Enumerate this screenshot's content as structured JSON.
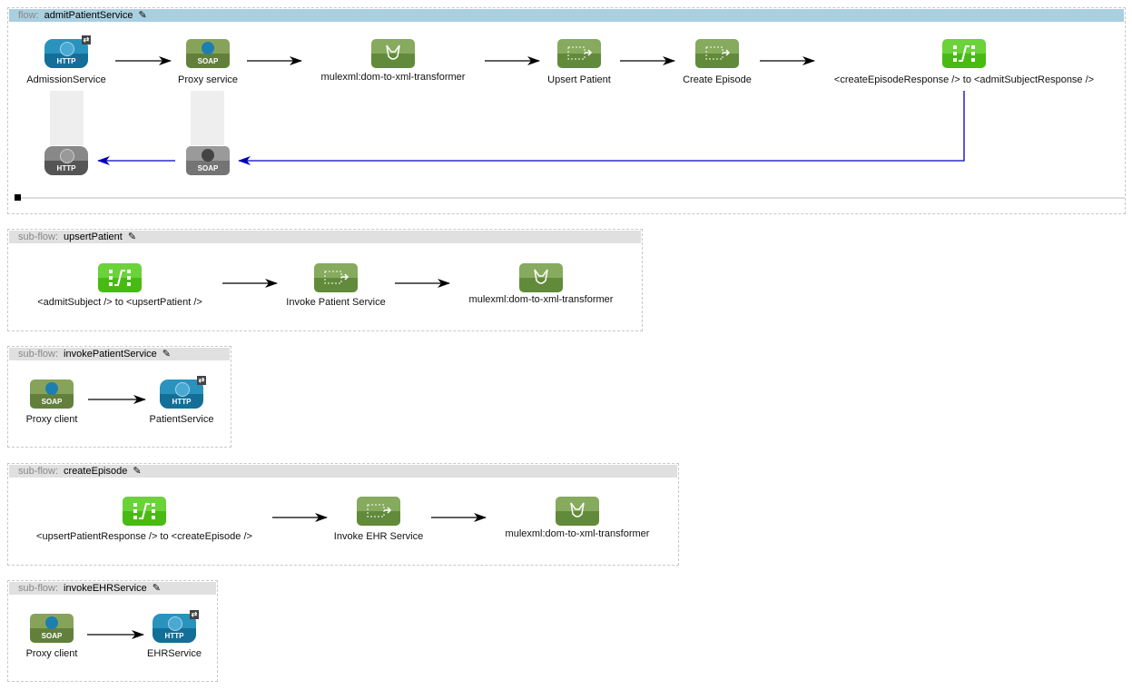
{
  "flows": [
    {
      "kind": "flow:",
      "name": "admitPatientService",
      "nodes": [
        {
          "icon": "http",
          "label": "AdmissionService"
        },
        {
          "icon": "soap",
          "label": "Proxy service"
        },
        {
          "icon": "dom",
          "label": "mulexml:dom-to-xml-transformer"
        },
        {
          "icon": "ref",
          "label": "Upsert Patient"
        },
        {
          "icon": "ref",
          "label": "Create Episode"
        },
        {
          "icon": "map",
          "label": "<createEpisodeResponse /> to <admitSubjectResponse />"
        },
        {
          "icon": "http-gray",
          "label": ""
        },
        {
          "icon": "soap-gray",
          "label": ""
        }
      ]
    },
    {
      "kind": "sub-flow:",
      "name": "upsertPatient",
      "nodes": [
        {
          "icon": "map",
          "label": "<admitSubject /> to <upsertPatient />"
        },
        {
          "icon": "ref",
          "label": "Invoke Patient Service"
        },
        {
          "icon": "dom",
          "label": "mulexml:dom-to-xml-transformer"
        }
      ]
    },
    {
      "kind": "sub-flow:",
      "name": "invokePatientService",
      "nodes": [
        {
          "icon": "soap",
          "label": "Proxy client"
        },
        {
          "icon": "http",
          "label": "PatientService"
        }
      ]
    },
    {
      "kind": "sub-flow:",
      "name": "createEpisode",
      "nodes": [
        {
          "icon": "map",
          "label": "<upsertPatientResponse /> to <createEpisode />"
        },
        {
          "icon": "ref",
          "label": "Invoke EHR Service"
        },
        {
          "icon": "dom",
          "label": "mulexml:dom-to-xml-transformer"
        }
      ]
    },
    {
      "kind": "sub-flow:",
      "name": "invokeEHRService",
      "nodes": [
        {
          "icon": "soap",
          "label": "Proxy client"
        },
        {
          "icon": "http",
          "label": "EHRService"
        }
      ]
    }
  ],
  "icon_text": {
    "http": "HTTP",
    "soap": "SOAP"
  },
  "colors": {
    "flow_header": "#a9cfe0",
    "subflow_header": "#e0e0e0",
    "response_arrow": "#0000bb",
    "transformer_green": "#47bb12"
  }
}
